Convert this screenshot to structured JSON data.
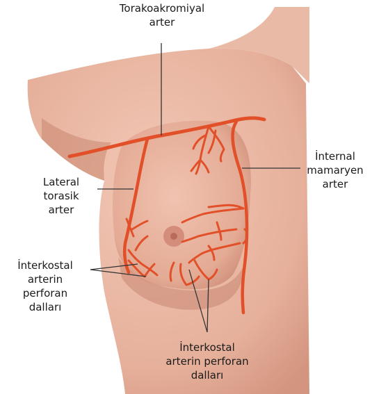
{
  "labels": {
    "thoracoacromial": {
      "line1": "Torakoakromiyal",
      "line2": "arter"
    },
    "internal_mammary": {
      "line1": "İnternal",
      "line2": "mamaryen",
      "line3": "arter"
    },
    "lateral_thoracic": {
      "line1": "Lateral",
      "line2": "torasik",
      "line3": "arter"
    },
    "intercostal_left": {
      "line1": "İnterkostal",
      "line2": "arterin",
      "line3": "perforan",
      "line4": "dalları"
    },
    "intercostal_bottom": {
      "line1": "İnterkostal",
      "line2": "arterin perforan",
      "line3": "dalları"
    }
  },
  "colors": {
    "skin": "#e9b6a2",
    "skin_shadow": "#d99d88",
    "artery": "#e2502a",
    "leader_line": "#333333",
    "text": "#1a1a1a"
  }
}
